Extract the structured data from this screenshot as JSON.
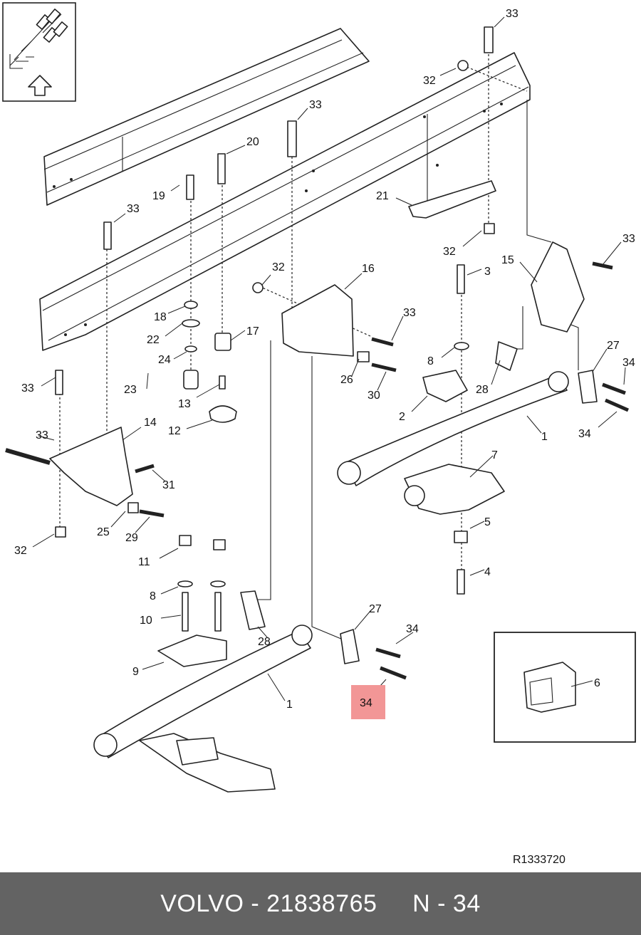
{
  "footer": {
    "brand": "VOLVO",
    "separator1": " - ",
    "part_number": "21838765",
    "gap": "     ",
    "position_prefix": "N",
    "separator2": " - ",
    "position_number": "34"
  },
  "diagram": {
    "reference_code": "R1333720",
    "highlight_color": "#f29696",
    "highlighted_callout": "34",
    "callouts": [
      "33",
      "32",
      "33",
      "20",
      "19",
      "33",
      "21",
      "32",
      "33",
      "15",
      "3",
      "32",
      "16",
      "18",
      "17",
      "33",
      "22",
      "24",
      "8",
      "27",
      "34",
      "23",
      "33",
      "26",
      "30",
      "28",
      "2",
      "34",
      "13",
      "12",
      "1",
      "14",
      "33",
      "31",
      "7",
      "25",
      "29",
      "32",
      "5",
      "11",
      "4",
      "8",
      "10",
      "27",
      "34",
      "28",
      "9",
      "1",
      "6"
    ]
  },
  "icons": {
    "orientation_thumbnail": "vehicle-direction-icon",
    "forward_arrow": "up-arrow-icon"
  }
}
